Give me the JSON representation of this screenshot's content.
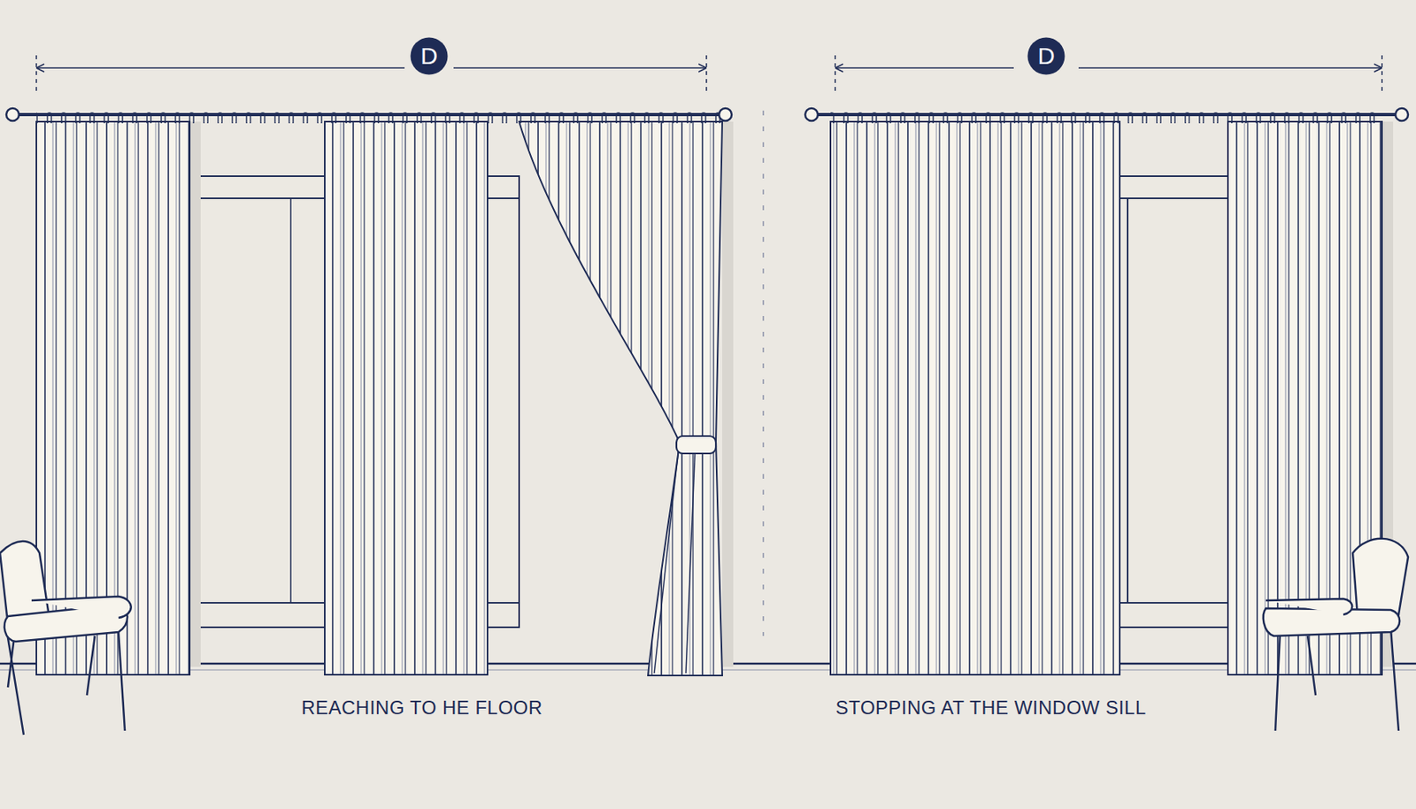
{
  "diagram": {
    "nodes": [
      {
        "text": [
          "D"
        ]
      },
      {
        "text": [
          "D"
        ]
      }
    ],
    "labels": [
      "REACHING TO HE FLOOR",
      "STOPPING AT THE WINDOW SILL"
    ]
  }
}
